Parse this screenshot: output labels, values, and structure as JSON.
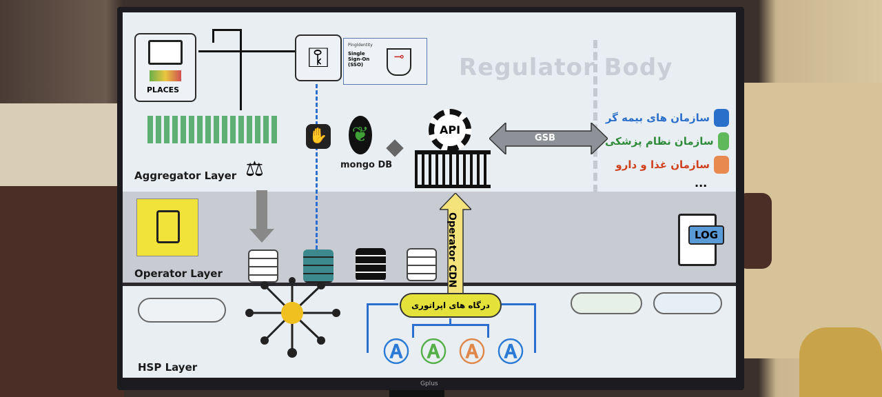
{
  "monitor": {
    "brand": "Gplus"
  },
  "diagram": {
    "title_watermark": "Regulator Body",
    "layers": {
      "aggregator": "Aggregator Layer",
      "operator": "Operator Layer",
      "hsp": "HSP Layer"
    },
    "places_label": "PLACES",
    "sso": {
      "brand": "PingIdentity",
      "text": "Single Sign-On (SSO)"
    },
    "mongo_label": "mongo DB",
    "api_label": "API",
    "gsb_label": "GSB",
    "cdn_label": "Operator CDN",
    "log_label": "LOG",
    "gateway_label": "درگاه های اپراتوری",
    "organizations": [
      {
        "label": "سازمان های بیمه گر",
        "color": "#2a6fc9"
      },
      {
        "label": "سازمان نظام پزشکی",
        "color": "#2e8b3a"
      },
      {
        "label": "سازمان غذا و دارو",
        "color": "#d0401c"
      },
      {
        "label": "...",
        "color": "#111111"
      }
    ],
    "app_colors": [
      "#2a7ad6",
      "#56b04a",
      "#e0874a",
      "#2a7ad6"
    ]
  }
}
